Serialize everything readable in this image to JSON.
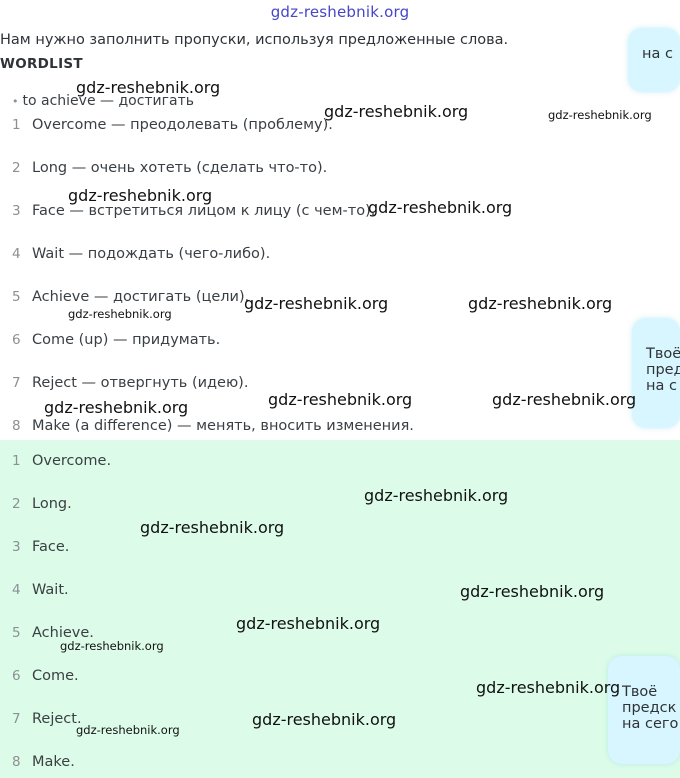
{
  "header": {
    "site": "gdz-reshebnik.org"
  },
  "intro": "Нам нужно заполнить пропуски, используя предложенные слова.",
  "wordlist": {
    "title": "WORDLIST",
    "bullet": "to achieve — достигать",
    "items": [
      {
        "num": "1",
        "text": "Overcome — преодолевать (проблему)."
      },
      {
        "num": "2",
        "text": "Long — очень хотеть (сделать что-то)."
      },
      {
        "num": "3",
        "text": "Face — встретиться лицом к лицу (с чем-то)."
      },
      {
        "num": "4",
        "text": "Wait — подождать (чего-либо)."
      },
      {
        "num": "5",
        "text": "Achieve — достигать (цели)."
      },
      {
        "num": "6",
        "text": "Come (up) — придумать."
      },
      {
        "num": "7",
        "text": "Reject — отвергнуть (идею)."
      },
      {
        "num": "8",
        "text": "Make (a difference) — менять, вносить изменения."
      }
    ]
  },
  "answers": [
    {
      "num": "1",
      "text": "Overcome."
    },
    {
      "num": "2",
      "text": "Long."
    },
    {
      "num": "3",
      "text": "Face."
    },
    {
      "num": "4",
      "text": "Wait."
    },
    {
      "num": "5",
      "text": "Achieve."
    },
    {
      "num": "6",
      "text": "Come."
    },
    {
      "num": "7",
      "text": "Reject."
    },
    {
      "num": "8",
      "text": "Make."
    }
  ],
  "bubbles": [
    {
      "lines": [
        "на с"
      ]
    },
    {
      "lines": [
        "Твоё",
        "пред",
        "на с"
      ]
    },
    {
      "lines": [
        "Твоё",
        "предск",
        "на сего"
      ]
    }
  ],
  "watermark": "gdz-reshebnik.org",
  "colors": {
    "answers_bg": "#dcfce9",
    "bubble_bg": "#d8f6ff",
    "header_link": "#4646c8"
  }
}
